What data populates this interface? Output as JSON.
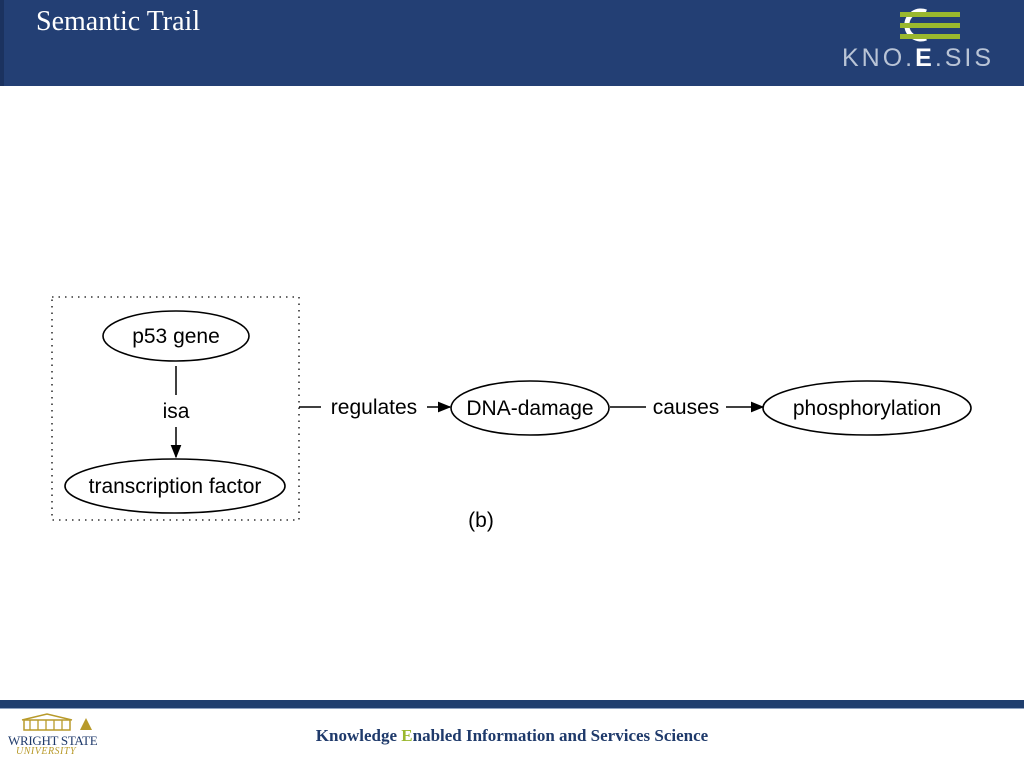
{
  "header": {
    "title": "Semantic Trail",
    "logo_text_prefix": "KNO.",
    "logo_text_e": "E",
    "logo_text_suffix": ".SIS"
  },
  "diagram": {
    "group_nodes": {
      "top": "p53 gene",
      "bottom": "transcription factor",
      "edge_label": "isa"
    },
    "chain": [
      {
        "relation": "regulates",
        "target": "DNA-damage"
      },
      {
        "relation": "causes",
        "target": "phosphorylation"
      }
    ],
    "caption": "(b)"
  },
  "footer": {
    "tagline_first": "Knowledge ",
    "tagline_accent": "E",
    "tagline_rest": "nabled Information and Services Science",
    "university_line1": "WRIGHT STATE",
    "university_line2": "UNIVERSITY"
  },
  "colors": {
    "header_bg": "#233f74",
    "footer_bar": "#1f3e6e",
    "tagline": "#1f3a6b",
    "accent_green": "#9ab82e",
    "wsu_gold": "#b89a2a"
  }
}
